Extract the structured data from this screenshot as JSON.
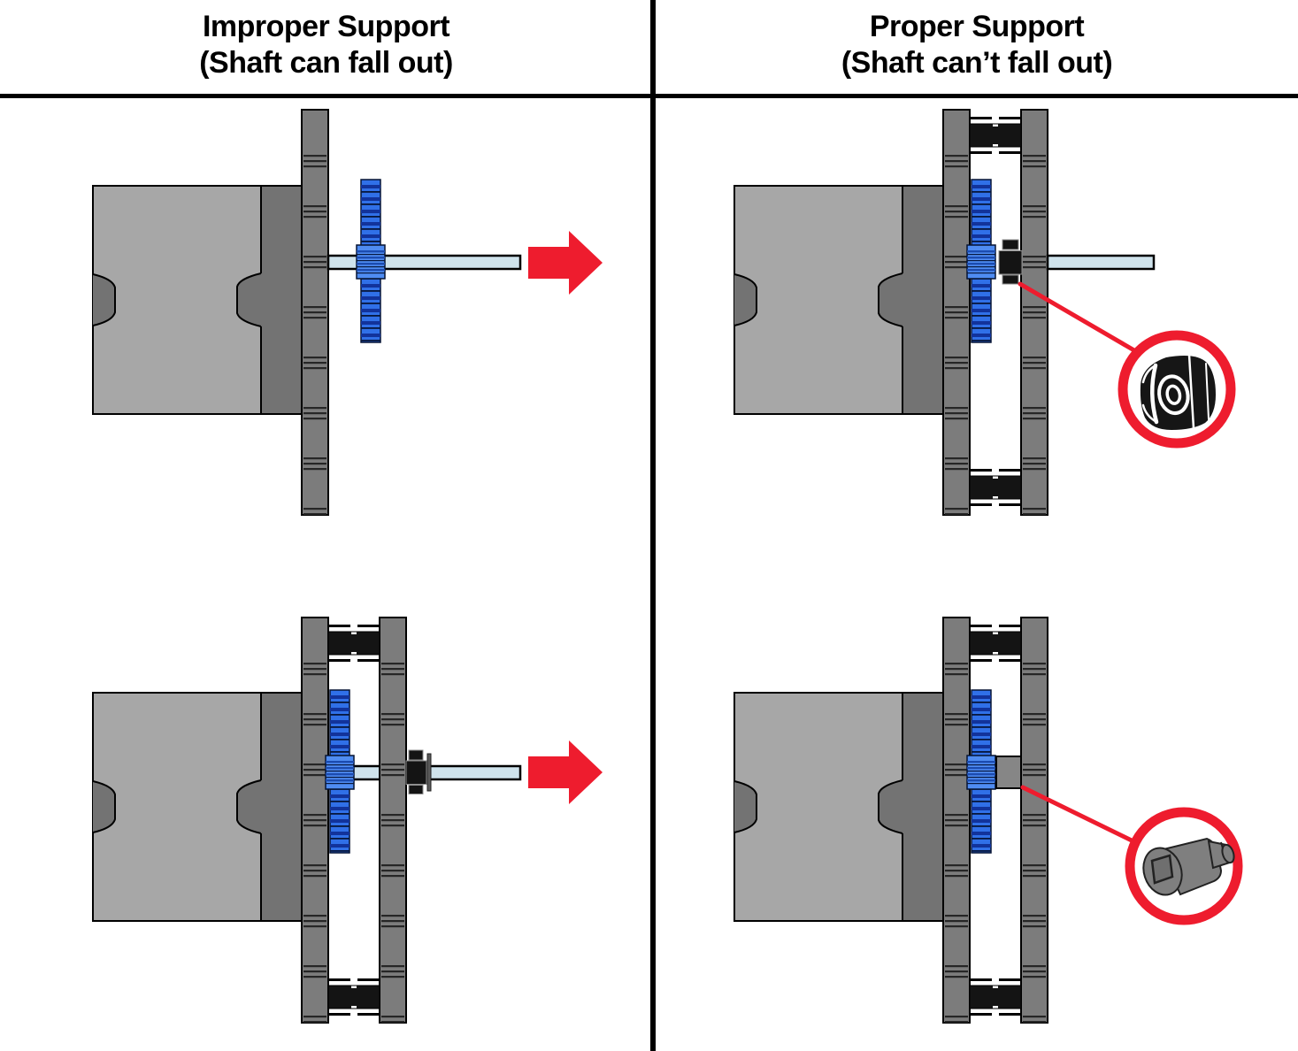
{
  "title": "Shaft support comparison diagram",
  "headers": {
    "improper": {
      "line1": "Improper Support",
      "line2": "(Shaft can fall out)"
    },
    "proper": {
      "line1": "Proper Support",
      "line2": "(Shaft can’t fall out)"
    }
  },
  "colors": {
    "background": "#ffffff",
    "line": "#000000",
    "red": "#ee1c2e",
    "motor_light": "#a7a7a7",
    "motor_dark": "#737373",
    "plate": "#7c7c7c",
    "gear": "#3070e8",
    "gear_stripe": "#12339b",
    "gear_hub": "#4f8cf2",
    "shaft": "#cfe3ec",
    "standoff": "#141414",
    "callout_part_black": "#161616",
    "callout_part_gray": "#7f7f7f"
  },
  "icons": {
    "arrow_right": "red-arrow-right-icon",
    "retainer": "shaft-retainer-clip-icon",
    "spacer": "shaft-spacer-square-bore-icon"
  }
}
